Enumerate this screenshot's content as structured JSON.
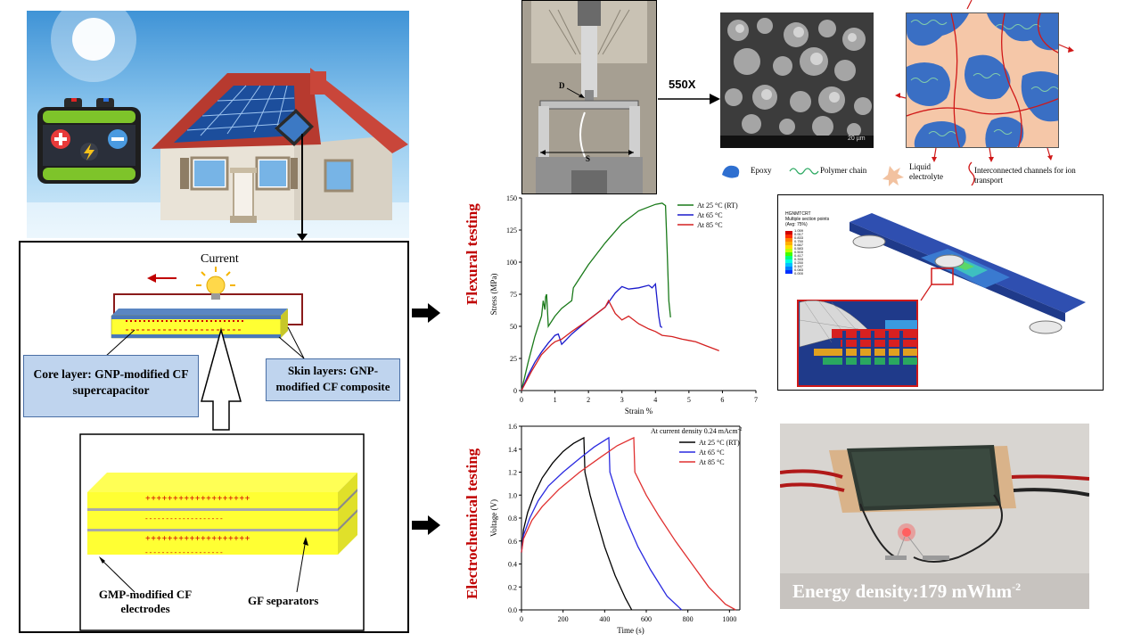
{
  "left_panel": {
    "current_label": "Current",
    "core_label": "Core layer: GNP-modified CF supercapacitor",
    "skin_label": "Skin layers: GNP-modified CF composite",
    "electrodes_label": "GMP-modified CF electrodes",
    "separators_label": "GF separators",
    "plus_signs": "+++++++++++++++++++",
    "minus_signs": "- - - - - - - - - - - - - - - - - - -"
  },
  "microscopy": {
    "magnification": "550X",
    "sem_scale": "20 µm",
    "sample_marks": [
      "D",
      "S"
    ]
  },
  "legend_top": {
    "epoxy": "Epoxy",
    "polymer": "Polymer chain",
    "liquid": "Liquid electrolyte",
    "channels": "Interconnected channels for ion transport"
  },
  "section_labels": {
    "flexural": "Flexural testing",
    "electrochemical": "Electrochemical testing"
  },
  "fea": {
    "title_line1": "HGNMTCRT",
    "title_line2": "Multiple section points",
    "title_line3": "(Avg: 75%)",
    "legend_values": [
      "1.059",
      "0.917",
      "0.833",
      "0.750",
      "0.667",
      "0.583",
      "0.500",
      "0.417",
      "0.333",
      "0.250",
      "0.167",
      "0.083",
      "0.000"
    ]
  },
  "photo": {
    "caption": "Energy density:179 mWhm",
    "caption_sup": "-2"
  },
  "chart_data": [
    {
      "type": "line",
      "xlabel": "Strain %",
      "ylabel": "Stress (MPa)",
      "xlim": [
        0,
        7
      ],
      "ylim": [
        0,
        150
      ],
      "x_ticks": [
        0,
        1,
        2,
        3,
        4,
        5,
        6,
        7
      ],
      "y_ticks": [
        0,
        25,
        50,
        75,
        100,
        125,
        150
      ],
      "legend_position": "top-right",
      "series": [
        {
          "name": "At 25 °C (RT)",
          "color": "#1a7a1a",
          "x": [
            0,
            0.2,
            0.4,
            0.6,
            0.65,
            0.7,
            0.72,
            0.75,
            0.8,
            1.0,
            1.2,
            1.5,
            1.55,
            1.6,
            1.8,
            2.0,
            2.5,
            3.0,
            3.5,
            4.0,
            4.2,
            4.3,
            4.35,
            4.4,
            4.45
          ],
          "y": [
            0,
            22,
            42,
            58,
            70,
            63,
            73,
            75,
            50,
            58,
            64,
            70,
            80,
            82,
            90,
            98,
            115,
            130,
            140,
            145,
            146,
            144,
            110,
            70,
            57
          ]
        },
        {
          "name": "At 65 °C",
          "color": "#1a1acc",
          "x": [
            0,
            0.2,
            0.4,
            0.6,
            0.8,
            1.0,
            1.1,
            1.2,
            1.5,
            2.0,
            2.5,
            2.8,
            3.0,
            3.2,
            3.5,
            3.8,
            3.9,
            4.0,
            4.05,
            4.1,
            4.15,
            4.2
          ],
          "y": [
            0,
            12,
            22,
            30,
            37,
            43,
            44,
            36,
            44,
            55,
            65,
            76,
            81,
            79,
            80,
            82,
            80,
            83,
            70,
            58,
            50,
            49
          ]
        },
        {
          "name": "At 85 °C",
          "color": "#d42020",
          "x": [
            0,
            0.3,
            0.6,
            0.9,
            1.0,
            1.2,
            1.5,
            2.0,
            2.5,
            2.6,
            2.8,
            3.0,
            3.2,
            3.5,
            3.8,
            4.0,
            4.2,
            4.5,
            4.8,
            5.0,
            5.2,
            5.5,
            5.8,
            5.9
          ],
          "y": [
            0,
            15,
            28,
            36,
            38,
            40,
            46,
            55,
            65,
            70,
            60,
            55,
            58,
            52,
            48,
            46,
            43,
            42,
            40,
            39,
            38,
            35,
            32,
            31
          ]
        }
      ]
    },
    {
      "type": "line",
      "title": "At current density 0.24 mAcm",
      "title_sup": "-2",
      "xlabel": "Time (s)",
      "ylabel": "Voltage (V)",
      "xlim": [
        0,
        1050
      ],
      "ylim": [
        0,
        1.6
      ],
      "x_ticks": [
        0,
        200,
        400,
        600,
        800,
        1000
      ],
      "y_ticks": [
        0.0,
        0.2,
        0.4,
        0.6,
        0.8,
        1.0,
        1.2,
        1.4,
        1.6
      ],
      "legend_position": "top-right",
      "series": [
        {
          "name": "At 25 °C (RT)",
          "color": "#000000",
          "x": [
            0,
            10,
            30,
            60,
            100,
            150,
            200,
            250,
            300,
            305,
            330,
            360,
            400,
            450,
            500,
            530
          ],
          "y": [
            0.5,
            0.7,
            0.85,
            1.0,
            1.15,
            1.28,
            1.38,
            1.45,
            1.5,
            1.2,
            1.0,
            0.8,
            0.55,
            0.3,
            0.1,
            0
          ]
        },
        {
          "name": "At 65 °C",
          "color": "#2a2ae0",
          "x": [
            0,
            10,
            40,
            80,
            130,
            200,
            280,
            350,
            420,
            425,
            460,
            500,
            560,
            620,
            700,
            770
          ],
          "y": [
            0.5,
            0.65,
            0.8,
            0.95,
            1.08,
            1.2,
            1.32,
            1.42,
            1.5,
            1.2,
            1.0,
            0.8,
            0.55,
            0.35,
            0.12,
            0
          ]
        },
        {
          "name": "At 85 °C",
          "color": "#e03030",
          "x": [
            0,
            10,
            50,
            100,
            180,
            280,
            380,
            460,
            540,
            545,
            600,
            660,
            740,
            820,
            900,
            980,
            1030
          ],
          "y": [
            0.5,
            0.62,
            0.78,
            0.9,
            1.05,
            1.2,
            1.33,
            1.43,
            1.5,
            1.2,
            1.0,
            0.82,
            0.6,
            0.4,
            0.2,
            0.05,
            0
          ]
        }
      ]
    }
  ]
}
